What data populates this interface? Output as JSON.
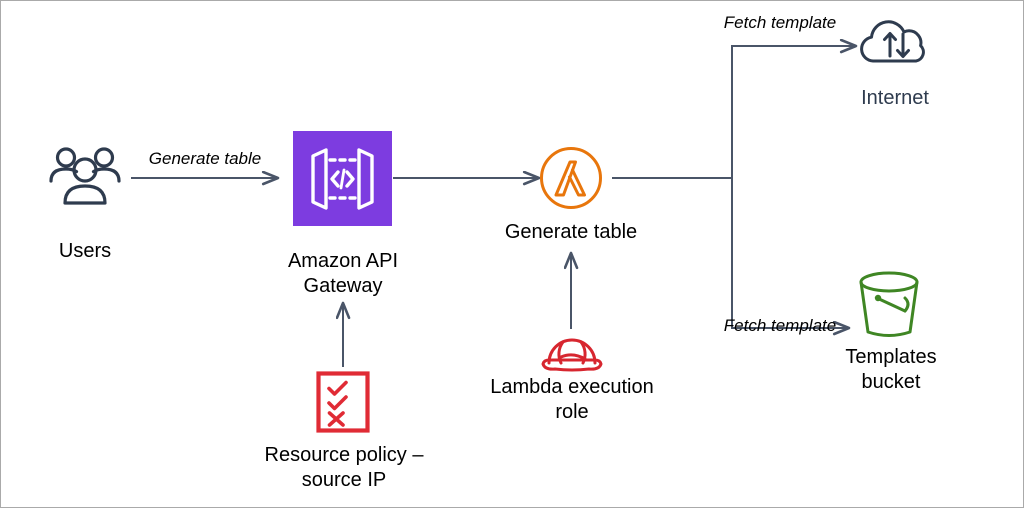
{
  "diagram": {
    "title": "AWS serverless table generation architecture",
    "background": "#ffffff",
    "border_color": "#aaaaaa",
    "colors": {
      "connector": "#4a5568",
      "api_gateway_purple": "#7d3ce0",
      "lambda_orange": "#e8760c",
      "s3_green": "#3f8624",
      "iam_red": "#d7262f",
      "policy_red": "#e02b35",
      "icon_navy": "#2e3b4e",
      "label_black": "#000000",
      "label_navy": "#2e3b4e"
    },
    "nodes": [
      {
        "id": "users",
        "label": "Users",
        "icon": "users-group-icon",
        "color": "#2e3b4e",
        "label_color": "#000000"
      },
      {
        "id": "api-gateway",
        "label": "Amazon API\nGateway",
        "icon": "amazon-api-gateway-icon",
        "color": "#7d3ce0",
        "label_color": "#000000"
      },
      {
        "id": "lambda",
        "label": "Generate table",
        "icon": "aws-lambda-icon",
        "color": "#e8760c",
        "label_color": "#000000"
      },
      {
        "id": "internet",
        "label": "Internet",
        "icon": "internet-cloud-icon",
        "color": "#2e3b4e",
        "label_color": "#2e3b4e"
      },
      {
        "id": "templates-bucket",
        "label": "Templates\nbucket",
        "icon": "s3-bucket-icon",
        "color": "#3f8624",
        "label_color": "#000000"
      },
      {
        "id": "lambda-execution-role",
        "label": "Lambda execution\nrole",
        "icon": "iam-role-hardhat-icon",
        "color": "#d7262f",
        "label_color": "#000000"
      },
      {
        "id": "resource-policy",
        "label": "Resource policy –\nsource IP",
        "icon": "resource-policy-checklist-icon",
        "color": "#e02b35",
        "label_color": "#000000"
      }
    ],
    "edges": [
      {
        "id": "users-to-apigw",
        "label": "Generate table",
        "from": "users",
        "to": "api-gateway"
      },
      {
        "id": "apigw-to-lambda",
        "label": "",
        "from": "api-gateway",
        "to": "lambda"
      },
      {
        "id": "lambda-to-internet",
        "label": "Fetch template",
        "from": "lambda",
        "to": "internet"
      },
      {
        "id": "lambda-to-bucket",
        "label": "Fetch template",
        "from": "lambda",
        "to": "templates-bucket"
      },
      {
        "id": "policy-to-apigw",
        "label": "",
        "from": "resource-policy",
        "to": "api-gateway"
      },
      {
        "id": "role-to-lambda",
        "label": "",
        "from": "lambda-execution-role",
        "to": "lambda"
      }
    ]
  }
}
